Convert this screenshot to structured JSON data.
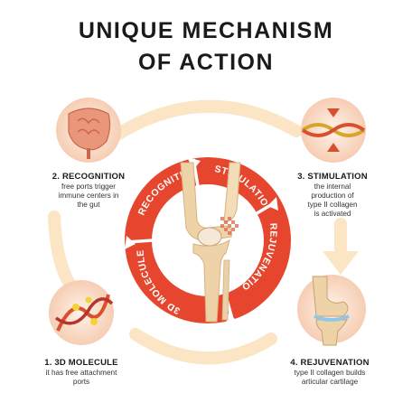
{
  "title": {
    "line1": "UNIQUE MECHANISM",
    "line2": "OF ACTION"
  },
  "ring_segments": [
    {
      "label": "RECOGNITION"
    },
    {
      "label": "STIMULATION"
    },
    {
      "label": "REJUVENATION"
    },
    {
      "label": "3D MOLECULE"
    }
  ],
  "steps": {
    "recognition": {
      "title": "2. RECOGNITION",
      "desc_lines": [
        "free ports trigger",
        "immune centers in",
        "the gut"
      ]
    },
    "stimulation": {
      "title": "3. STIMULATION",
      "desc_lines": [
        "the internal",
        "production of",
        "type II collagen",
        "is activated"
      ]
    },
    "molecule": {
      "title": "1. 3D MOLECULE",
      "desc_lines": [
        "it has free attachment",
        "ports"
      ]
    },
    "rejuvenation": {
      "title": "4. REJUVENATION",
      "desc_lines": [
        "type II collagen builds",
        "articular cartilage"
      ]
    }
  },
  "colors": {
    "ring": "#e5462d",
    "ring_border": "#ffffff",
    "guide_arc": "#fbe5c4",
    "circle_bg": "#fbe3d2",
    "bone": "#efd3a8",
    "intestine": "#e9967b"
  },
  "icons": {
    "recognition": "intestine-icon",
    "stimulation": "collagen-fiber-icon",
    "molecule": "triple-helix-icon",
    "rejuvenation": "knee-joint-icon",
    "center": "knee-bones-illustration"
  }
}
